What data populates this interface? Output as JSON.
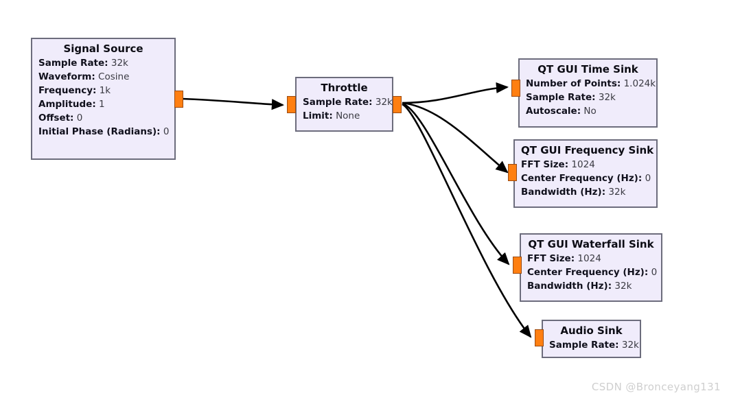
{
  "canvas": {
    "background": "#ffffff",
    "block_fill": "#f0ecfb",
    "block_border": "#6c6c7c",
    "port_fill": "#ff7f11",
    "port_border": "#9a4a12",
    "wire_color": "#000000",
    "watermark": "CSDN @Bronceyang131"
  },
  "blocks": [
    {
      "id": "signal-source",
      "title": "Signal Source",
      "params": [
        {
          "key": "Sample Rate:",
          "value": "32k"
        },
        {
          "key": "Waveform:",
          "value": "Cosine"
        },
        {
          "key": "Frequency:",
          "value": "1k"
        },
        {
          "key": "Amplitude:",
          "value": "1"
        },
        {
          "key": "Offset:",
          "value": "0"
        },
        {
          "key": "Initial Phase (Radians):",
          "value": "0"
        }
      ]
    },
    {
      "id": "throttle",
      "title": "Throttle",
      "params": [
        {
          "key": "Sample Rate:",
          "value": "32k"
        },
        {
          "key": "Limit:",
          "value": "None"
        }
      ]
    },
    {
      "id": "qt-gui-time-sink",
      "title": "QT GUI Time Sink",
      "params": [
        {
          "key": "Number of Points:",
          "value": "1.024k"
        },
        {
          "key": "Sample Rate:",
          "value": "32k"
        },
        {
          "key": "Autoscale:",
          "value": "No"
        }
      ]
    },
    {
      "id": "qt-gui-frequency-sink",
      "title": "QT GUI Frequency Sink",
      "params": [
        {
          "key": "FFT Size:",
          "value": "1024"
        },
        {
          "key": "Center Frequency (Hz):",
          "value": "0"
        },
        {
          "key": "Bandwidth (Hz):",
          "value": "32k"
        }
      ]
    },
    {
      "id": "qt-gui-waterfall-sink",
      "title": "QT GUI Waterfall Sink",
      "params": [
        {
          "key": "FFT Size:",
          "value": "1024"
        },
        {
          "key": "Center Frequency (Hz):",
          "value": "0"
        },
        {
          "key": "Bandwidth (Hz):",
          "value": "32k"
        }
      ]
    },
    {
      "id": "audio-sink",
      "title": "Audio Sink",
      "params": [
        {
          "key": "Sample Rate:",
          "value": "32k"
        }
      ]
    }
  ],
  "connections": [
    {
      "from": "signal-source",
      "to": "throttle"
    },
    {
      "from": "throttle",
      "to": "qt-gui-time-sink"
    },
    {
      "from": "throttle",
      "to": "qt-gui-frequency-sink"
    },
    {
      "from": "throttle",
      "to": "qt-gui-waterfall-sink"
    },
    {
      "from": "throttle",
      "to": "audio-sink"
    }
  ]
}
